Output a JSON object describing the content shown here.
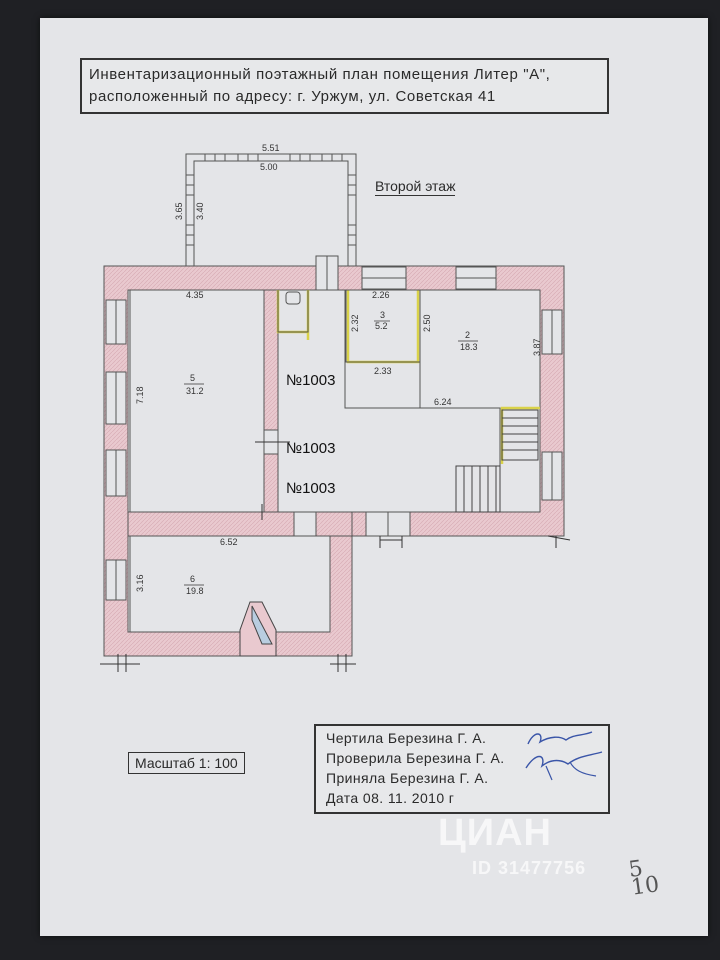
{
  "header": {
    "line1": "Инвентаризационный  поэтажный  план  помещения  Литер  \"А\",",
    "line2": "расположенный  по адресу:   г. Уржум,   ул. Советская  41"
  },
  "floor_label": "Второй  этаж",
  "rooms": [
    {
      "number": "5",
      "area": "31.2"
    },
    {
      "number": "2",
      "area": "18.3"
    },
    {
      "number": "3",
      "area": "5.2"
    },
    {
      "number": "6",
      "area": "19.8"
    }
  ],
  "dimensions": {
    "balcony_outer": "5.51",
    "balcony_inner": "5.00",
    "balcony_depth_outer": "3.65",
    "balcony_depth_inner": "3.40",
    "room5_width": "4.35",
    "room5_length": "7.18",
    "room3_width": "2.26",
    "room3_left": "2.32",
    "room3_right": "2.50",
    "room3_bottom": "2.33",
    "room2_length": "3.87",
    "room2_bottom": "6.24",
    "room6_width": "6.52",
    "room6_length": "3.16"
  },
  "premises_labels": [
    "№1003",
    "№1003",
    "№1003"
  ],
  "scale": "Масштаб 1: 100",
  "signatures": [
    "Чертила  Березина  Г. А.",
    "Проверила  Березина  Г. А.",
    "Приняла  Березина  Г. А.",
    "Дата  08. 11. 2010  г"
  ],
  "watermark": {
    "brand": "ЦИАН",
    "id": "ID 31477756"
  },
  "handwritten": [
    "5",
    "10"
  ],
  "colors": {
    "wall_fill": "#e9c9cf",
    "wall_line": "#555555",
    "highlight": "#d9d24a",
    "paper": "#e4e5e8"
  }
}
